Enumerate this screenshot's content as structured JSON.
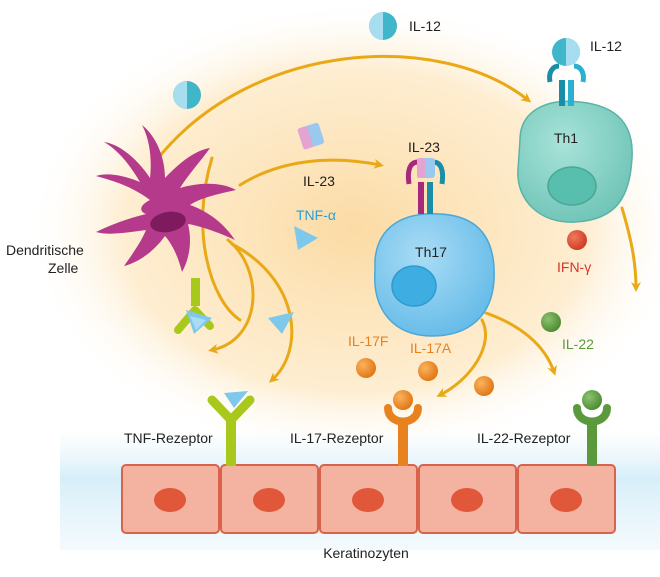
{
  "labels": {
    "il12_top": "IL-12",
    "il12_receptor": "IL-12",
    "th1": "Th1",
    "il23_receptor": "IL-23",
    "il23_arrow": "IL-23",
    "th17": "Th17",
    "tnf_alpha": "TNF-α",
    "ifn_gamma": "IFN-γ",
    "il22": "IL-22",
    "il17f": "IL-17F",
    "il17a": "IL-17A",
    "dendritic_line1": "Dendritische",
    "dendritic_line2": "Zelle",
    "tnf_receptor": "TNF-Rezeptor",
    "il17_receptor": "IL-17-Rezeptor",
    "il22_receptor": "IL-22-Rezeptor",
    "keratinocytes": "Keratinozyten"
  },
  "colors": {
    "glow": "#fde6b8",
    "arrow": "#e9a916",
    "dendritic": "#b53a8c",
    "th1": "#7fd0c4",
    "th17": "#7cc9ef",
    "keratinocyte": "#f4b5a0",
    "nucleus": "#e0573a",
    "il17": "#e8821e",
    "il22": "#5a9a3c",
    "tnf": "#4eb4e0",
    "ifn": "#d8342a"
  }
}
